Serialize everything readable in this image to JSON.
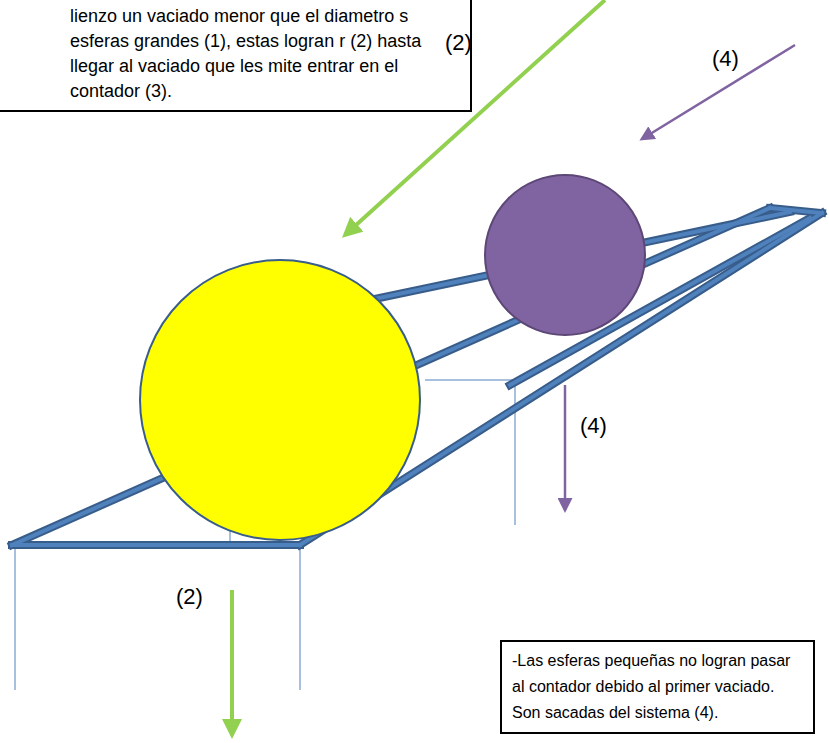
{
  "diagram": {
    "nodes": [
      {
        "text": [
          "lienzo un vaciado menor que el diametro s esferas grandes (1), estas logran r (2) hasta llegar al vaciado que les mite entrar en el contador (3)."
        ]
      },
      {
        "text": [
          "-Las esferas pequeñas no logran pasar al contador debido al primer vaciado. Son sacadas del sistema (4)."
        ]
      }
    ],
    "labels": [
      "(2)",
      "(4)",
      "(4)",
      "(2)"
    ]
  }
}
